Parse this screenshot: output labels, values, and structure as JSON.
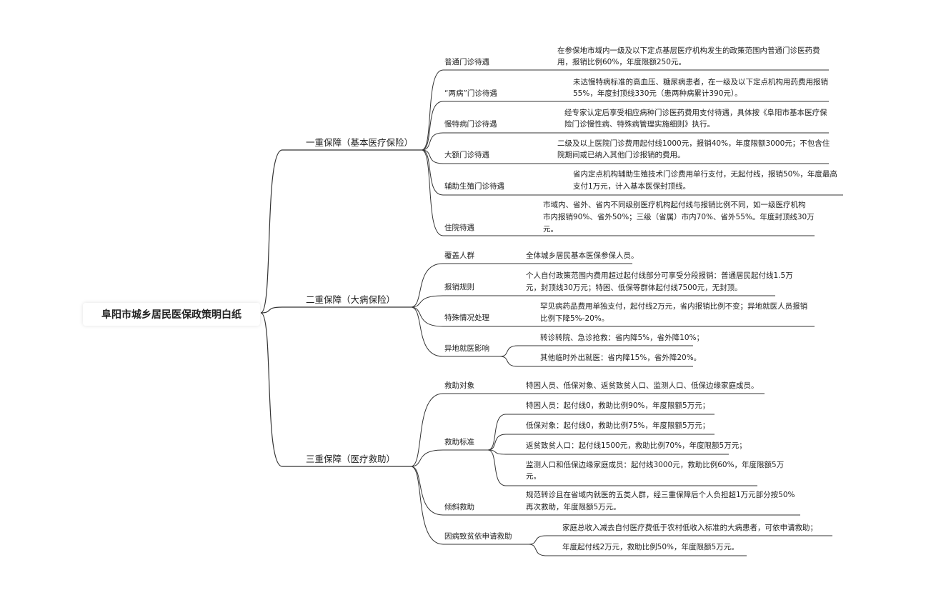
{
  "root": "阜阳市城乡居民医保政策明白纸",
  "branches": [
    {
      "label": "一重保障（基本医疗保险）",
      "children": [
        {
          "label": "普通门诊待遇",
          "details": [
            "在参保地市域内一级及以下定点基层医疗机构发生的政策范围内普通门诊医药费",
            "用，报销比例60%，年度限额250元。"
          ]
        },
        {
          "label": "“两病”门诊待遇",
          "details": [
            "未达慢特病标准的高血压、糖尿病患者，在一级及以下定点机构用药费用报销",
            "55%，年度封顶线330元（患两种病累计390元）。"
          ]
        },
        {
          "label": "慢特病门诊待遇",
          "details": [
            "经专家认定后享受相应病种门诊医药费用支付待遇，具体按《阜阳市基本医疗保",
            "险门诊慢性病、特殊病管理实施细则》执行。"
          ]
        },
        {
          "label": "大额门诊待遇",
          "details": [
            "二级及以上医院门诊费用起付线1000元，报销40%，年度限额3000元；不包含住",
            "院期间或已纳入其他门诊报销的费用。"
          ]
        },
        {
          "label": "辅助生殖门诊待遇",
          "details": [
            "省内定点机构辅助生殖技术门诊费用单行支付，无起付线，报销50%，年度最高",
            "支付1万元，计入基本医保封顶线。"
          ]
        },
        {
          "label": "住院待遇",
          "details": [
            "市域内、省外、省内不同级别医疗机构起付线与报销比例不同，如一级医疗机构",
            "市内报销90%、省外50%；三级（省属）市内70%、省外55%。年度封顶线30万",
            "元。"
          ]
        }
      ]
    },
    {
      "label": "二重保障（大病保险）",
      "children": [
        {
          "label": "覆盖人群",
          "details": [
            "全体城乡居民基本医保参保人员。"
          ]
        },
        {
          "label": "报销规则",
          "details": [
            "个人自付政策范围内费用超过起付线部分可享受分段报销：普通居民起付线1.5万",
            "元，封顶线30万元；特困、低保等群体起付线7500元，无封顶。"
          ]
        },
        {
          "label": "特殊情况处理",
          "details": [
            "罕见病药品费用单独支付，起付线2万元，省内报销比例不变；异地就医人员报销",
            "比例下降5%-20%。"
          ]
        },
        {
          "label": "异地就医影响",
          "sub": [
            {
              "details": [
                "转诊转院、急诊抢救：省内降5%，省外降10%；"
              ]
            },
            {
              "details": [
                "其他临时外出就医：省内降15%，省外降20%。"
              ]
            }
          ]
        }
      ]
    },
    {
      "label": "三重保障（医疗救助）",
      "children": [
        {
          "label": "救助对象",
          "details": [
            "特困人员、低保对象、返贫致贫人口、监测人口、低保边缘家庭成员。"
          ]
        },
        {
          "label": "救助标准",
          "sub": [
            {
              "details": [
                "特困人员：起付线0，救助比例90%，年度限额5万元；"
              ]
            },
            {
              "details": [
                "低保对象：起付线0，救助比例75%，年度限额5万元；"
              ]
            },
            {
              "details": [
                "返贫致贫人口：起付线1500元，救助比例70%，年度限额5万元；"
              ]
            },
            {
              "details": [
                "监测人口和低保边缘家庭成员：起付线3000元，救助比例60%，年度限额5万",
                "元。"
              ]
            }
          ]
        },
        {
          "label": "倾斜救助",
          "details": [
            "规范转诊且在省域内就医的五类人群，经三重保障后个人负担超1万元部分按50%",
            "再次救助，年度限额5万元。"
          ]
        },
        {
          "label": "因病致贫依申请救助",
          "sub": [
            {
              "details": [
                "家庭总收入减去自付医疗费低于农村低收入标准的大病患者，可依申请救助；"
              ]
            },
            {
              "details": [
                "年度起付线2万元，救助比例50%，年度限额5万元。"
              ]
            }
          ]
        }
      ]
    }
  ]
}
